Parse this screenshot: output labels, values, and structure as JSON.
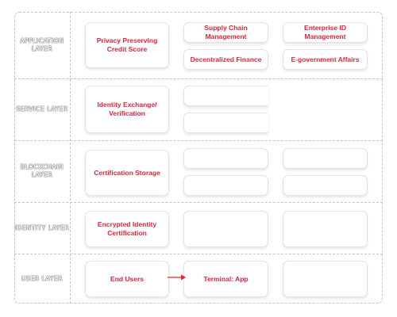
{
  "colors": {
    "accent": "#e1263a",
    "border": "#c4c4c4"
  },
  "layers": [
    {
      "name": "APPLICATION LAYER",
      "boxes": [
        "Privacy Preserving Credit Score",
        "Supply Chain Management",
        "Enterprise ID Management",
        "Decentralized Finance",
        "E-government Affairs"
      ]
    },
    {
      "name": "SERVICE LAYER",
      "boxes": [
        "Identity Exchange/ Verification",
        "",
        ""
      ]
    },
    {
      "name": "BLOCKCHAIN LAYER",
      "boxes": [
        "Certification Storage",
        "",
        "",
        "",
        ""
      ]
    },
    {
      "name": "IDENTITY LAYER",
      "boxes": [
        "Encrypted Identity Certification",
        "",
        ""
      ]
    },
    {
      "name": "USER LAYER",
      "boxes": [
        "End Users",
        "Terminal: App",
        ""
      ]
    }
  ]
}
